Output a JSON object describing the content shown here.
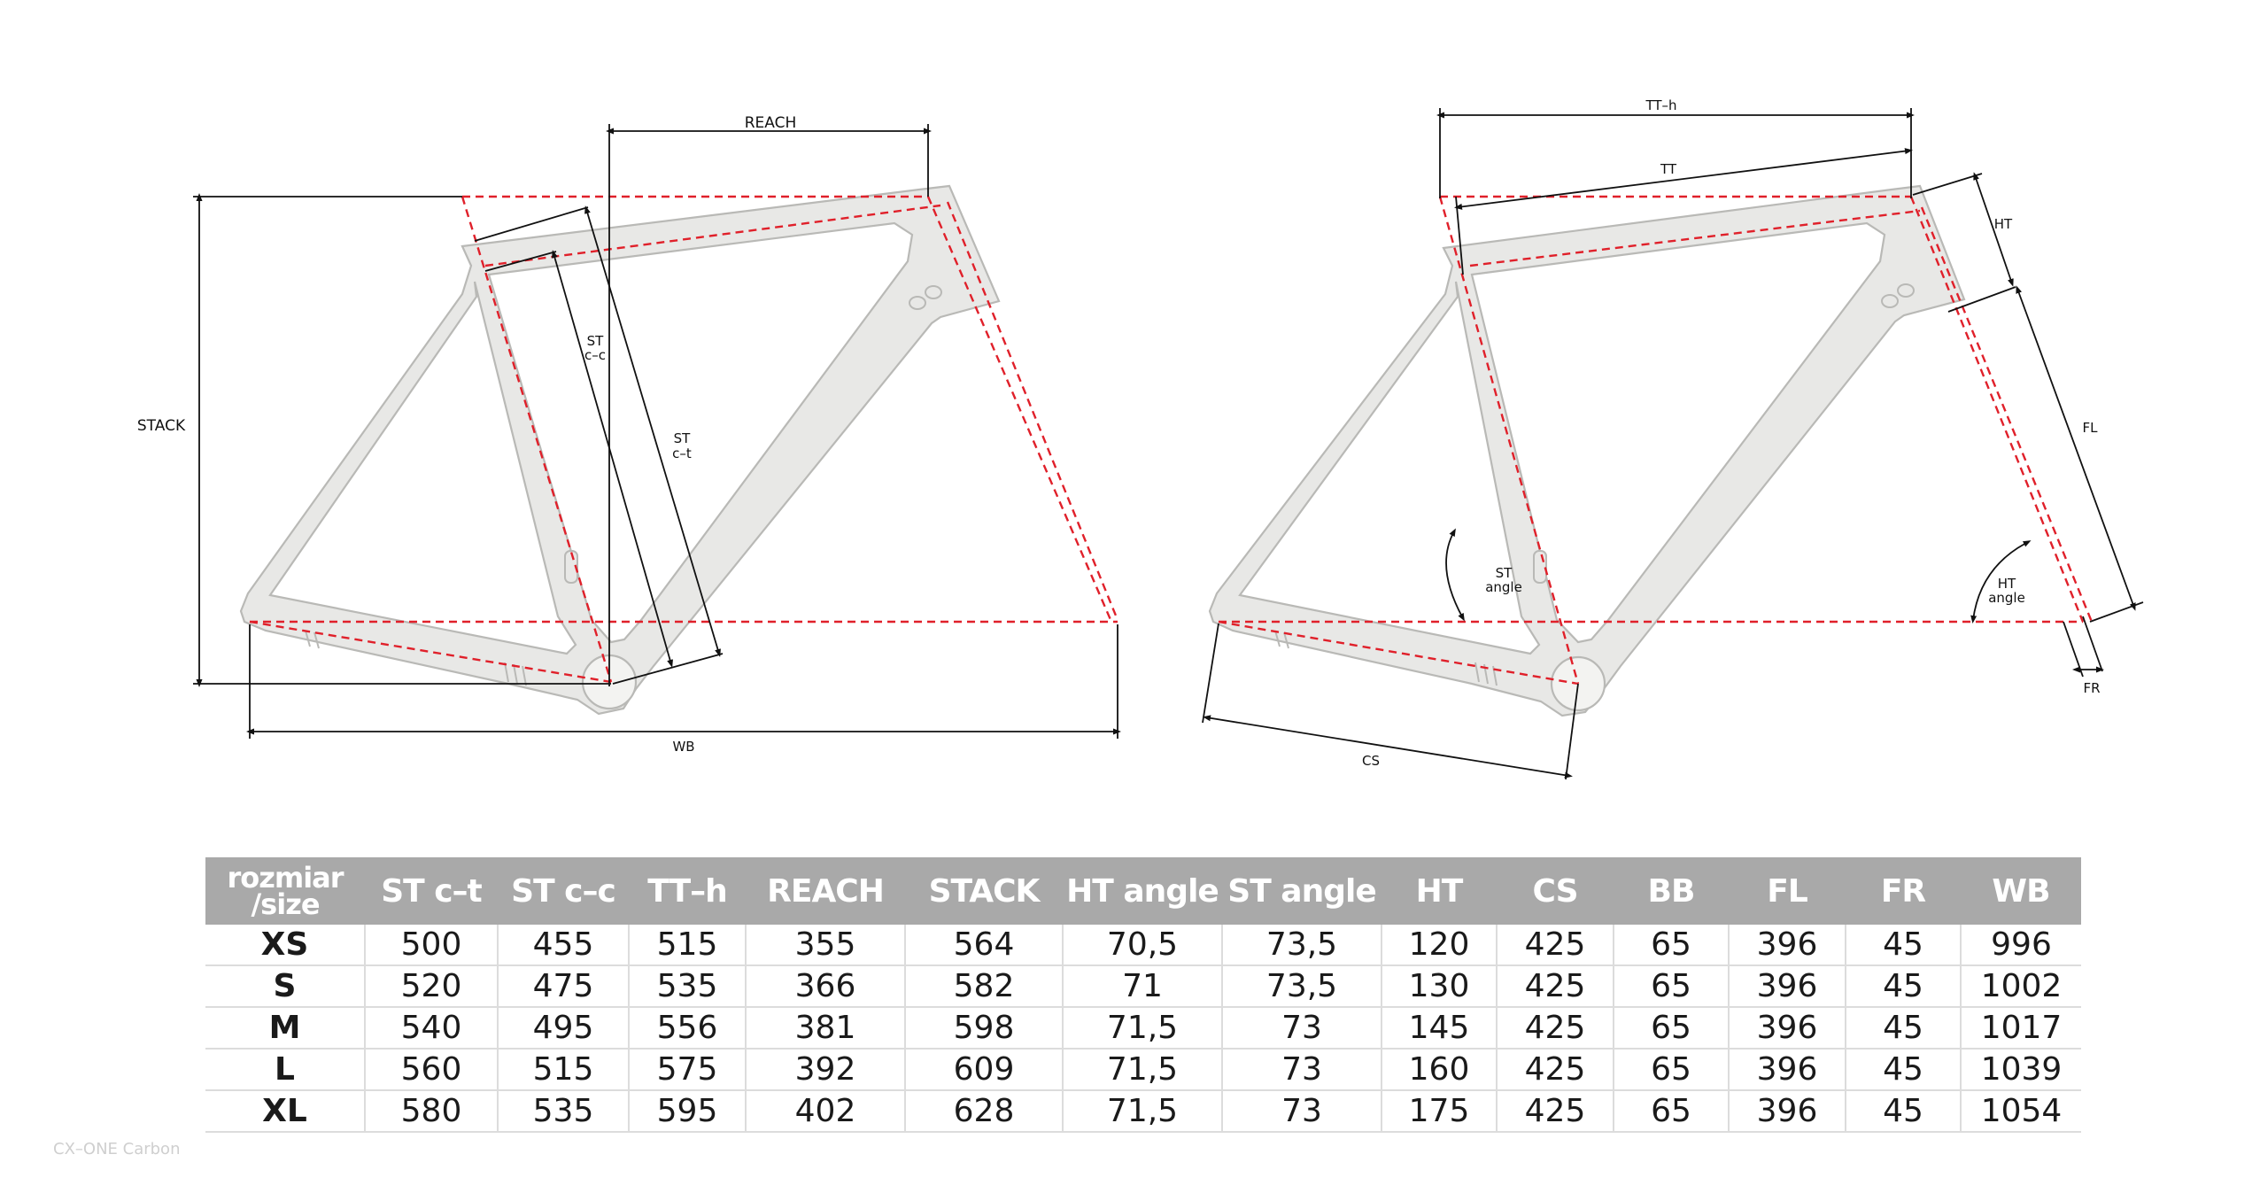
{
  "diagram": {
    "left_frame": {
      "reach": "REACH",
      "stack": "STACK",
      "st_cc": [
        "ST",
        "c–c"
      ],
      "st_ct": [
        "ST",
        "c–t"
      ],
      "wb": "WB"
    },
    "right_frame": {
      "tt_h": "TT–h",
      "tt": "TT",
      "ht": "HT",
      "fl": "FL",
      "st_angle": [
        "ST",
        "angle"
      ],
      "ht_angle": [
        "HT",
        "angle"
      ],
      "cs": "CS",
      "fr": "FR"
    },
    "colors": {
      "frame": "#e8e8e6",
      "guide": "#e0202a",
      "header": "#a9a9a9"
    }
  },
  "table": {
    "headers": [
      "rozmiar\n/size",
      "ST c–t",
      "ST c–c",
      "TT–h",
      "REACH",
      "STACK",
      "HT angle",
      "ST angle",
      "HT",
      "CS",
      "BB",
      "FL",
      "FR",
      "WB"
    ],
    "size_header": [
      "rozmiar",
      "/size"
    ],
    "rows": [
      [
        "XS",
        "500",
        "455",
        "515",
        "355",
        "564",
        "70,5",
        "73,5",
        "120",
        "425",
        "65",
        "396",
        "45",
        "996"
      ],
      [
        "S",
        "520",
        "475",
        "535",
        "366",
        "582",
        "71",
        "73,5",
        "130",
        "425",
        "65",
        "396",
        "45",
        "1002"
      ],
      [
        "M",
        "540",
        "495",
        "556",
        "381",
        "598",
        "71,5",
        "73",
        "145",
        "425",
        "65",
        "396",
        "45",
        "1017"
      ],
      [
        "L",
        "560",
        "515",
        "575",
        "392",
        "609",
        "71,5",
        "73",
        "160",
        "425",
        "65",
        "396",
        "45",
        "1039"
      ],
      [
        "XL",
        "580",
        "535",
        "595",
        "402",
        "628",
        "71,5",
        "73",
        "175",
        "425",
        "65",
        "396",
        "45",
        "1054"
      ]
    ]
  },
  "footer": {
    "model": "CX–ONE Carbon"
  }
}
